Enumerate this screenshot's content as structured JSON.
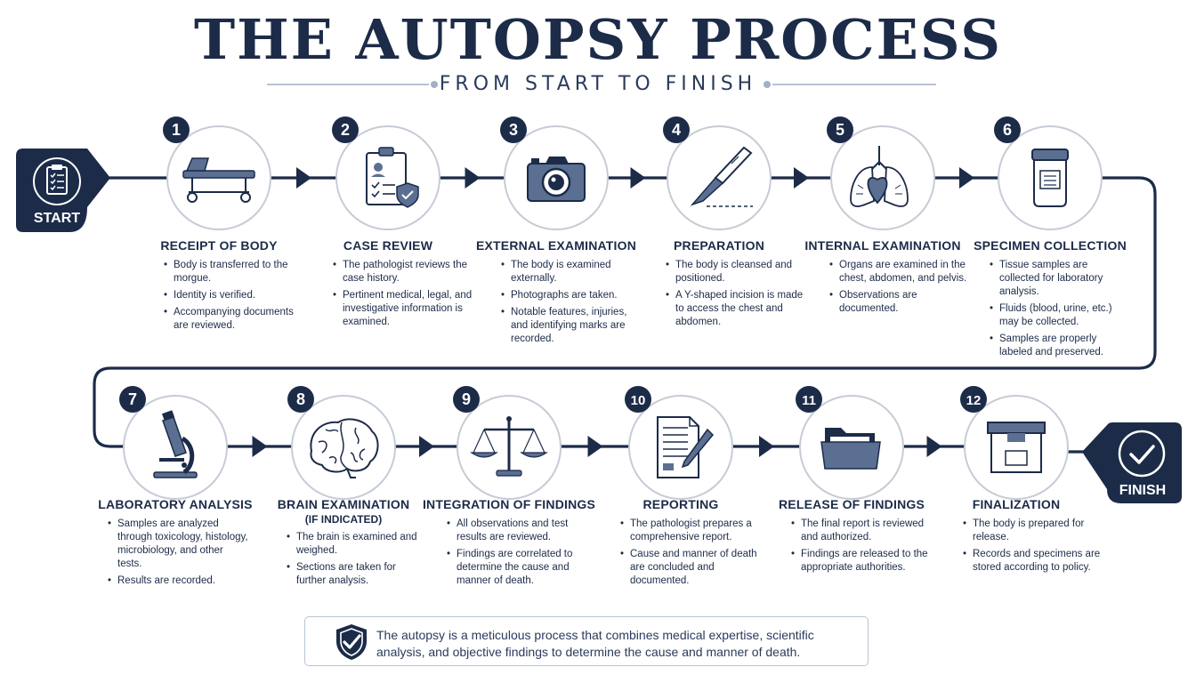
{
  "title": "THE AUTOPSY PROCESS",
  "subtitle": "FROM START TO FINISH",
  "start_label": "START",
  "finish_label": "FINISH",
  "colors": {
    "navy": "#1c2b48",
    "icon_fill": "#5b6f92",
    "light_stroke": "#c6ccd6"
  },
  "steps": [
    {
      "number": "1",
      "title": "RECEIPT OF BODY",
      "icon": "gurney-icon",
      "bullets": [
        "Body is transferred to the morgue.",
        "Identity is verified.",
        "Accompanying documents are reviewed."
      ]
    },
    {
      "number": "2",
      "title": "CASE REVIEW",
      "icon": "clipboard-shield-icon",
      "bullets": [
        "The pathologist reviews the case history.",
        "Pertinent medical, legal, and investigative information is examined."
      ]
    },
    {
      "number": "3",
      "title": "EXTERNAL EXAMINATION",
      "icon": "camera-icon",
      "bullets": [
        "The body is examined externally.",
        "Photographs are taken.",
        "Notable features, injuries, and identifying marks are recorded."
      ]
    },
    {
      "number": "4",
      "title": "PREPARATION",
      "icon": "scalpel-icon",
      "bullets": [
        "The body is cleansed and positioned.",
        "A Y-shaped incision is made to access the chest and abdomen."
      ]
    },
    {
      "number": "5",
      "title": "INTERNAL EXAMINATION",
      "icon": "lungs-heart-icon",
      "bullets": [
        "Organs are examined in the chest, abdomen, and pelvis.",
        "Observations are documented."
      ]
    },
    {
      "number": "6",
      "title": "SPECIMEN COLLECTION",
      "icon": "specimen-jar-icon",
      "bullets": [
        "Tissue samples are collected for laboratory analysis.",
        "Fluids (blood, urine, etc.) may be collected.",
        "Samples are properly labeled and preserved."
      ]
    },
    {
      "number": "7",
      "title": "LABORATORY ANALYSIS",
      "icon": "microscope-icon",
      "bullets": [
        "Samples are analyzed through toxicology, histology, microbiology, and other tests.",
        "Results are recorded."
      ]
    },
    {
      "number": "8",
      "title": "BRAIN EXAMINATION",
      "subtitle": "(IF INDICATED)",
      "icon": "brain-icon",
      "bullets": [
        "The brain is examined and weighed.",
        "Sections are taken for further analysis."
      ]
    },
    {
      "number": "9",
      "title": "INTEGRATION OF FINDINGS",
      "icon": "scales-icon",
      "bullets": [
        "All observations and test results are reviewed.",
        "Findings are correlated to determine the cause and manner of death."
      ]
    },
    {
      "number": "10",
      "title": "REPORTING",
      "icon": "report-pen-icon",
      "bullets": [
        "The pathologist prepares a comprehensive report.",
        "Cause and manner of death are concluded and documented."
      ]
    },
    {
      "number": "11",
      "title": "RELEASE OF FINDINGS",
      "icon": "folder-icon",
      "bullets": [
        "The final report is reviewed and authorized.",
        "Findings are released to the appropriate authorities."
      ]
    },
    {
      "number": "12",
      "title": "FINALIZATION",
      "icon": "storage-box-icon",
      "bullets": [
        "The body is prepared for release.",
        "Records and specimens are stored according to policy."
      ]
    }
  ],
  "footer_note": "The autopsy is a meticulous process that combines medical expertise, scientific analysis, and objective findings to determine the cause and manner of death."
}
